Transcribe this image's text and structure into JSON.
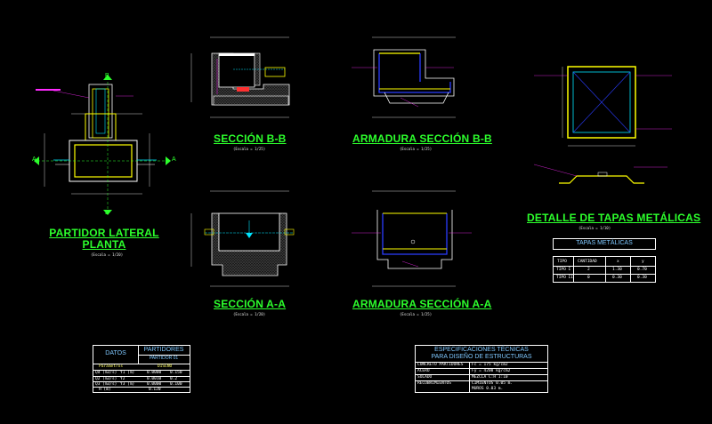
{
  "titles": {
    "partidor_lateral_1": "PARTIDOR LATERAL",
    "partidor_lateral_2": "PLANTA",
    "seccion_bb": "SECCIÓN B-B",
    "armadura_bb": "ARMADURA SECCIÓN B-B",
    "seccion_aa": "SECCIÓN A-A",
    "armadura_aa": "ARMADURA SECCIÓN A-A",
    "detalle_tapas": "DETALLE DE TAPAS METÁLICAS"
  },
  "scales": {
    "s20": "(Escala = 1/20)",
    "s25": "(Escala = 1/25)",
    "s10": "(Escala = 1/10)"
  },
  "section_markers": {
    "a": "A",
    "b": "B"
  },
  "tapas_table": {
    "title": "TAPAS METÁLICAS",
    "headers": [
      "TIPO",
      "CANTIDAD",
      "x",
      "y"
    ],
    "rows": [
      [
        "TIPO I",
        "2",
        "1.30",
        "0.70"
      ],
      [
        "TIPO II",
        "0",
        "0.30",
        "0.30"
      ]
    ]
  },
  "datos_table": {
    "label": "DATOS",
    "group": "PARTIDORES",
    "col": "PARTIDOR 01",
    "rows": [
      [
        "Parámetros",
        "",
        "DISEÑO",
        ""
      ],
      [
        "Qd (m3/s)",
        "Y1 (m)",
        "0.0000",
        "0.150"
      ],
      [
        "Q2 (m3/s)",
        "Y2",
        "0.0010",
        "0.2"
      ],
      [
        "Q3 (m3/s)",
        "Y3 (m)",
        "0.0000",
        "0.100"
      ],
      [
        "H (m)",
        "",
        "0.120",
        ""
      ]
    ]
  },
  "especificaciones": {
    "title1": "ESPECIFICACIONES TÉCNICAS",
    "title2": "PARA DISEÑO DE ESTRUCTURAS",
    "rows": [
      [
        "CONCRETO PARTIDORES",
        "Fc = 175 kg/cm2"
      ],
      [
        "ACERO",
        "Fy = 4200 kg/cm2"
      ],
      [
        "SOLADO",
        "MEZCLA C:H 1:10"
      ],
      [
        "RECUBRIMIENTOS",
        "CIMIENTOS 0.05 m."
      ],
      [
        "",
        "MUROS 0.03 m."
      ]
    ]
  },
  "colors": {
    "background": "#000000",
    "title": "#2cff2c",
    "outline": "#ffffff",
    "hatch": "#888888",
    "dimension": "#e0e0e0",
    "yellow": "#ffff00",
    "cyan": "#00e5ff",
    "blue": "#2a3cff",
    "magenta": "#ff2aff",
    "red": "#ff3030"
  }
}
